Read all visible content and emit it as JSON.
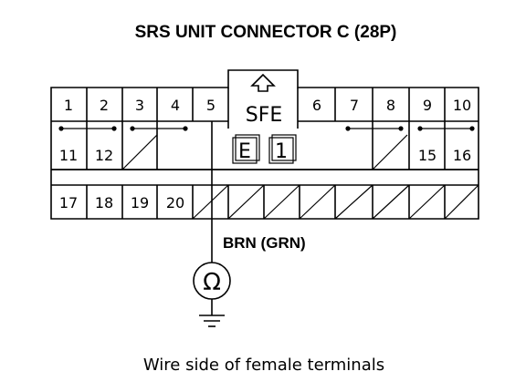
{
  "title": "SRS UNIT CONNECTOR C (28P)",
  "connector": {
    "key_label": "SFE",
    "markers": [
      "E",
      "1"
    ],
    "row1": [
      "1",
      "2",
      "3",
      "4",
      "5",
      "6",
      "7",
      "8",
      "9",
      "10"
    ],
    "row2": [
      "11",
      "12",
      "15",
      "16"
    ],
    "row3": [
      "17",
      "18",
      "19",
      "20"
    ]
  },
  "wire_label": "BRN (GRN)",
  "meter_symbol": "Ω",
  "caption": "Wire side of female terminals"
}
